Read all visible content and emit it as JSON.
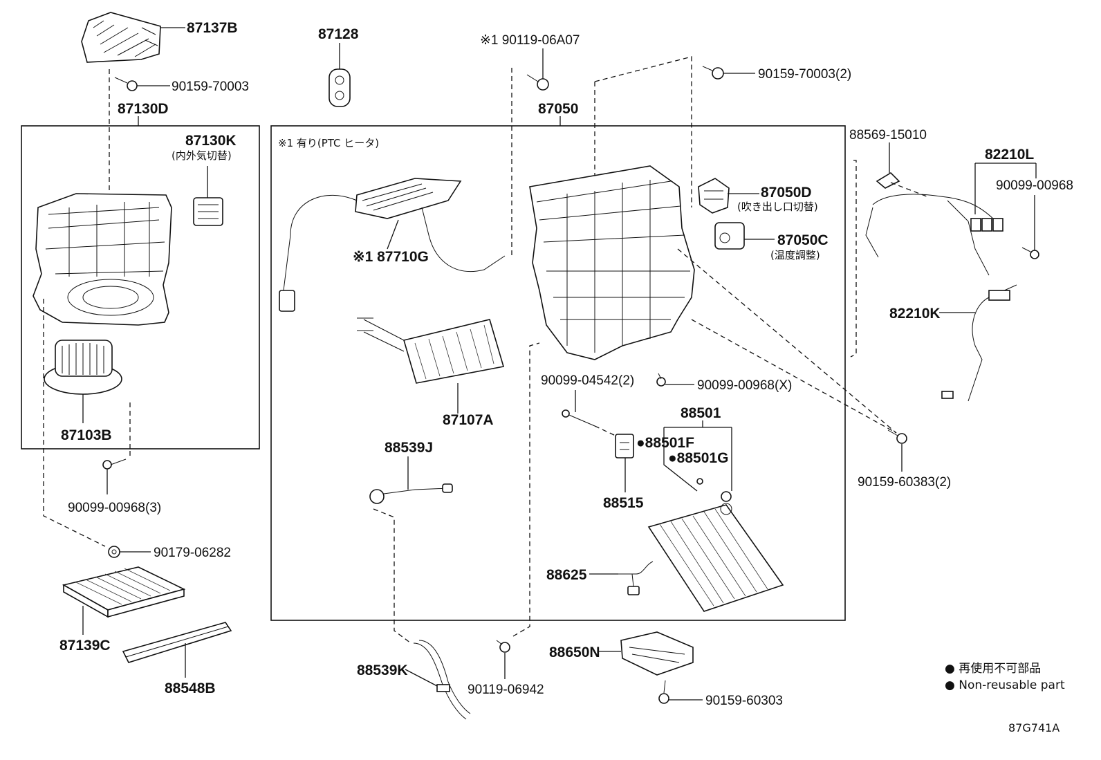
{
  "labels": {
    "p87137B": "87137B",
    "p90159_70003": "90159-70003",
    "p87130D": "87130D",
    "p87130K": "87130K",
    "p87130K_sub": "(内外気切替)",
    "p87103B": "87103B",
    "p90099_00968_3": "90099-00968(3)",
    "p90179_06282": "90179-06282",
    "p87139C": "87139C",
    "p88548B": "88548B",
    "p87128": "87128",
    "p90119_06A07": "※1 90119-06A07",
    "p90159_70003_2": "90159-70003(2)",
    "p87050": "87050",
    "note_ptc": "※1 有り(PTC ヒータ)",
    "p87710G": "※1 87710G",
    "p87050D": "87050D",
    "p87050D_sub": "(吹き出し口切替)",
    "p87050C": "87050C",
    "p87050C_sub": "(温度調整)",
    "p87107A": "87107A",
    "p88539J": "88539J",
    "p90099_04542_2": "90099-04542(2)",
    "p90099_00968_X": "90099-00968(X)",
    "p88501": "88501",
    "p88501F": "●88501F",
    "p88501G": "●88501G",
    "p88515": "88515",
    "p88625": "88625",
    "p88539K": "88539K",
    "p90119_06942": "90119-06942",
    "p88650N": "88650N",
    "p90159_60303": "90159-60303",
    "p88569_15010": "88569-15010",
    "p82210L": "82210L",
    "p90099_00968": "90099-00968",
    "p82210K": "82210K",
    "p90159_60383_2": "90159-60383(2)"
  },
  "legend": {
    "line1": "● 再使用不可部品",
    "line2": "● Non-reusable part"
  },
  "figure_id": "87G741A"
}
